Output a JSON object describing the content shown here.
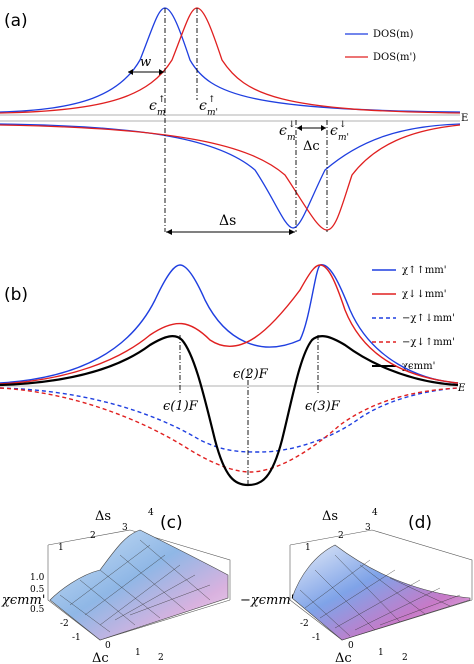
{
  "panels": {
    "a": "(a)",
    "b": "(b)",
    "c": "(c)",
    "d": "(d)"
  },
  "panel_a": {
    "legend": [
      "DOS(m)",
      "DOS(m')"
    ],
    "fermi_label": "E",
    "w_label": "w",
    "eps_m_up": "ϵ",
    "eps_mp_up": "ϵ",
    "eps_m_dn": "ϵ",
    "eps_mp_dn": "ϵ",
    "up_sub_m": "m",
    "up_sub_mp": "m'",
    "dn_sub_m": "m",
    "dn_sub_mp": "m'",
    "delta_c": "Δc",
    "delta_s": "Δs"
  },
  "panel_b": {
    "legend": [
      "χ↑↑mm'",
      "χ↓↓mm'",
      "−χ↑↓mm'",
      "−χ↓↑mm'",
      "χϵmm'"
    ],
    "fermi_label": "E",
    "eps1": "ϵ(1)F",
    "eps2": "ϵ(2)F",
    "eps3": "ϵ(3)F"
  },
  "panel_c": {
    "ds_label": "Δs",
    "dc_label": "Δc",
    "z_label": "χϵmm'",
    "ds_ticks": [
      "1",
      "2",
      "3",
      "4"
    ],
    "dc_ticks": [
      "-2",
      "-1",
      "0",
      "1",
      "2"
    ],
    "z_ticks": [
      "1.0",
      "0.5",
      "0.5"
    ]
  },
  "panel_d": {
    "ds_label": "Δs",
    "dc_label": "Δc",
    "z_label": "−χϵmm'",
    "ds_ticks": [
      "1",
      "2",
      "3",
      "4"
    ],
    "dc_ticks": [
      "-2",
      "-1",
      "0",
      "1",
      "2"
    ]
  },
  "colors": {
    "blue": "#1f3fe0",
    "red": "#e02020",
    "black": "#000000"
  }
}
